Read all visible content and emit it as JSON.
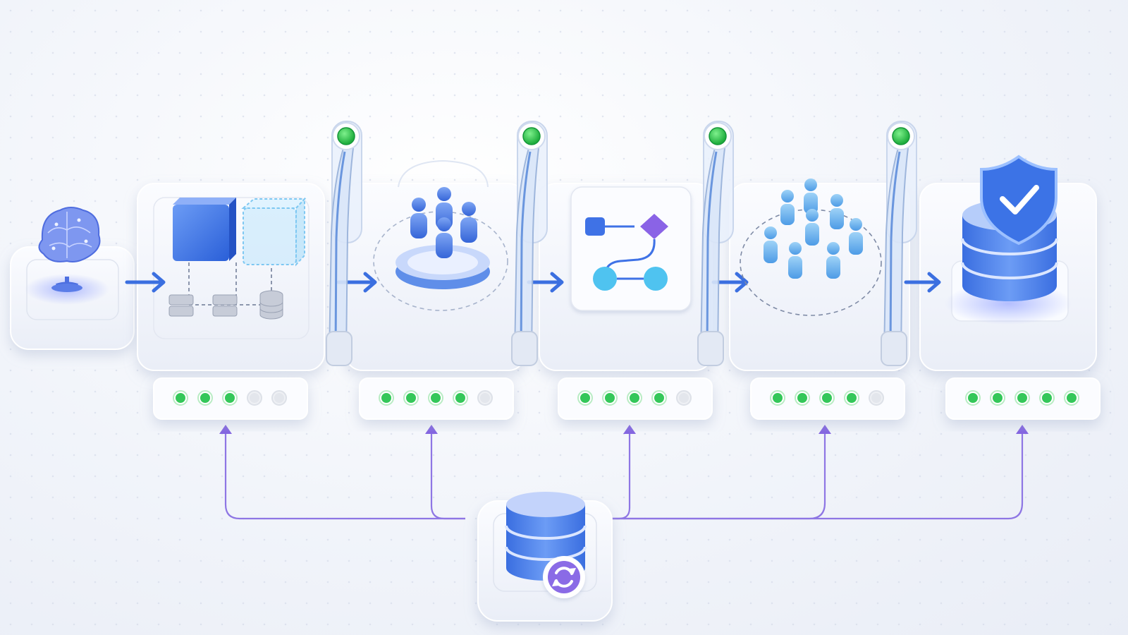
{
  "diagram": {
    "source": {
      "icon": "brain-icon"
    },
    "stages": [
      {
        "id": "infrastructure",
        "icon": "cubes-servers-icon",
        "progress_filled": 3,
        "progress_total": 5
      },
      {
        "id": "team-group",
        "icon": "people-group-icon",
        "progress_filled": 4,
        "progress_total": 5
      },
      {
        "id": "workflow",
        "icon": "workflow-icon",
        "progress_filled": 4,
        "progress_total": 5
      },
      {
        "id": "crowd-scale",
        "icon": "crowd-icon",
        "progress_filled": 4,
        "progress_total": 5
      },
      {
        "id": "secure-storage",
        "icon": "shield-database-icon",
        "progress_filled": 5,
        "progress_total": 5
      }
    ],
    "gates": [
      {
        "status": "active",
        "icon": "green-light-icon"
      },
      {
        "status": "active",
        "icon": "green-light-icon"
      },
      {
        "status": "active",
        "icon": "green-light-icon"
      },
      {
        "status": "active",
        "icon": "green-light-icon"
      }
    ],
    "hub": {
      "icon": "database-sync-icon"
    },
    "colors": {
      "accent_blue": "#3b6fe0",
      "light_blue": "#6fb2f4",
      "green": "#34c759",
      "purple": "#8466e0",
      "panel": "#f6f8fc"
    }
  }
}
